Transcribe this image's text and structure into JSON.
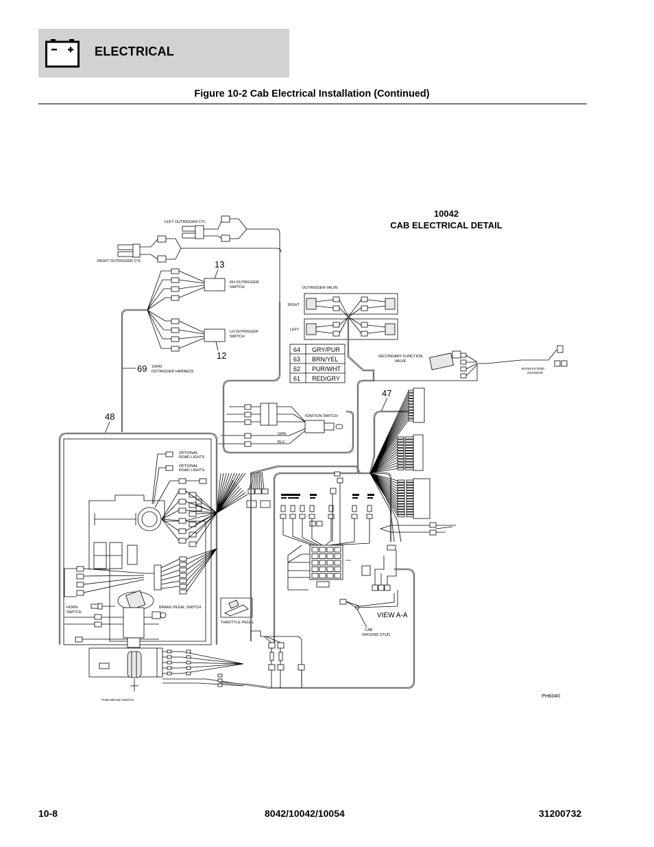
{
  "header": {
    "section": "ELECTRICAL"
  },
  "figure": {
    "title": "Figure 10-2 Cab Electrical Installation (Continued)"
  },
  "detail": {
    "model": "10042",
    "title": "CAB ELECTRICAL DETAIL"
  },
  "callouts": {
    "c13": "13",
    "c12": "12",
    "c69": "69",
    "c48": "48",
    "c47": "47"
  },
  "labels": {
    "left_outrigger_cyl": "LEFT OUTRIGGER CYL",
    "right_outrigger_cyl": "RIGHT OUTRIGGER CYL",
    "rh_outrigger_switch_1": "RH OUTRIGGER",
    "rh_outrigger_switch_2": "SWITCH",
    "lh_outrigger_switch_1": "LH OUTRIGGER",
    "lh_outrigger_switch_2": "SWITCH",
    "outrigger_harness_1": "10042",
    "outrigger_harness_2": "OUTRIGGER HARNESS",
    "outrigger_valve": "OUTRIGGER VALVE",
    "right": "RIGHT",
    "left": "LEFT",
    "secondary_function_valve_1": "SECONDARY FUNCTION",
    "secondary_function_valve_2": "VALVE",
    "boom_extend_solenoid_1": "BOOM EXTEND",
    "boom_extend_solenoid_2": "SOLENOID",
    "ignition_switch": "IGNITION SWITCH",
    "grn": "GRN",
    "blu": "BLU",
    "optional_road_lights_a_1": "OPTIONAL",
    "optional_road_lights_a_2": "ROAD LIGHTS",
    "optional_road_lights_b_1": "OPTIONAL",
    "optional_road_lights_b_2": "ROAD LIGHTS",
    "horn_switch_1": "HORN",
    "horn_switch_2": "SWITCH",
    "brake_pedal_switch": "BRAKE PEDAL SWITCH",
    "throttle_pedal": "THROTTLE PEDAL",
    "park_brake_switch": "PARK BRAKE SWITCH",
    "view_aa": "VIEW A-A",
    "cab_ground_stud_1": "CAB",
    "cab_ground_stud_2": "GROUND STUD",
    "drawing_id": "PH6040"
  },
  "wire_colors": [
    {
      "num": "64",
      "color": "GRY/PUR"
    },
    {
      "num": "63",
      "color": "BRN/YEL"
    },
    {
      "num": "62",
      "color": "PUR/WHT"
    },
    {
      "num": "61",
      "color": "RED/GRY"
    }
  ],
  "footer": {
    "page": "10-8",
    "models": "8042/10042/10054",
    "doc": "31200732"
  }
}
